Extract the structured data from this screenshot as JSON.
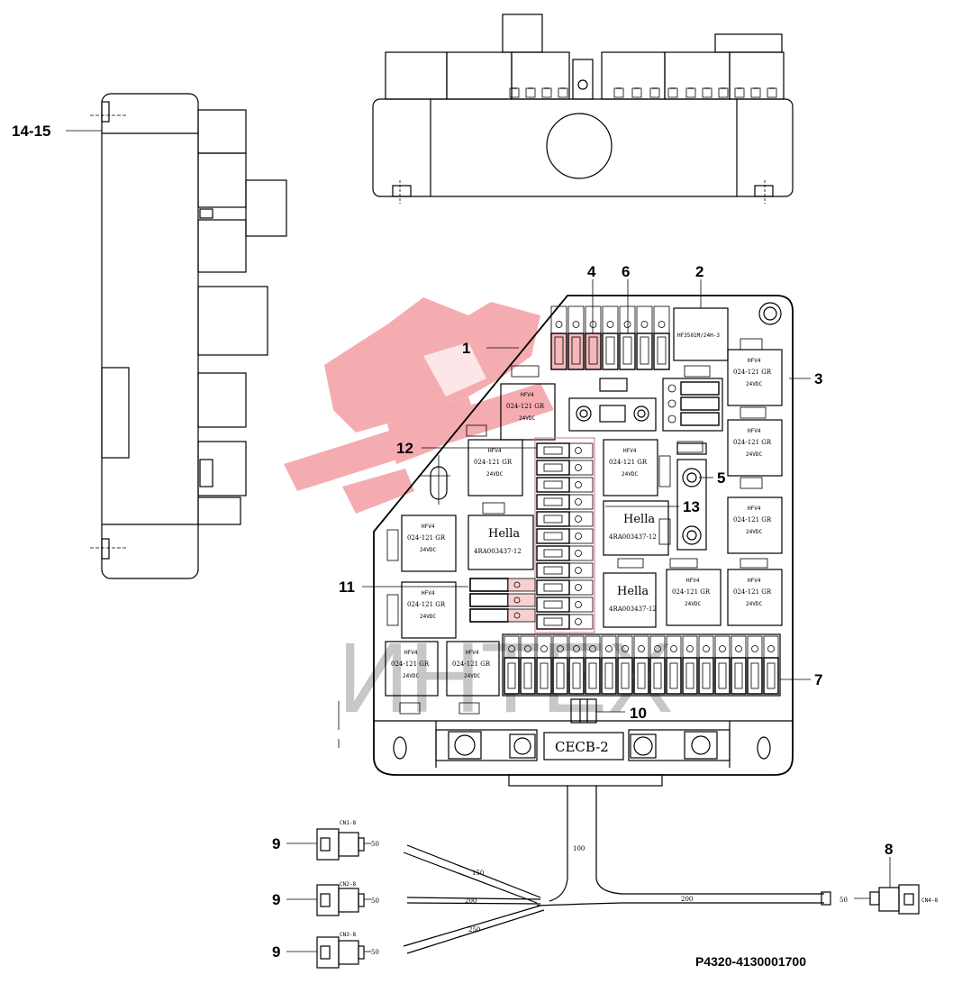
{
  "callouts": {
    "c14_15": "14-15",
    "c1": "1",
    "c2": "2",
    "c3": "3",
    "c4": "4",
    "c5": "5",
    "c6": "6",
    "c7": "7",
    "c8": "8",
    "c9a": "9",
    "c9b": "9",
    "c9c": "9",
    "c10": "10",
    "c11": "11",
    "c12": "12",
    "c13": "13"
  },
  "relays": {
    "model": "HFV4",
    "part": "024-121 GR",
    "voltage": "24VDC",
    "hella_brand": "Hella",
    "hella_part": "4RA003437-12"
  },
  "flasher_label": "HF3501M/24H-3",
  "board_name": "CECB-2",
  "connectors": {
    "cn1": "CN1-8",
    "cn2": "CN2-8",
    "cn3": "CN3-8",
    "cn4": "CN4-8"
  },
  "dimensions": {
    "d50_cn1": "50",
    "d150": "150",
    "d50_cn2": "50",
    "d200_left": "200",
    "d50_cn3": "50",
    "d250": "250",
    "d100": "100",
    "d200_right": "200",
    "d50_cn4": "50"
  },
  "watermark": "ИНТЕХ",
  "part_number": "P4320-4130001700"
}
